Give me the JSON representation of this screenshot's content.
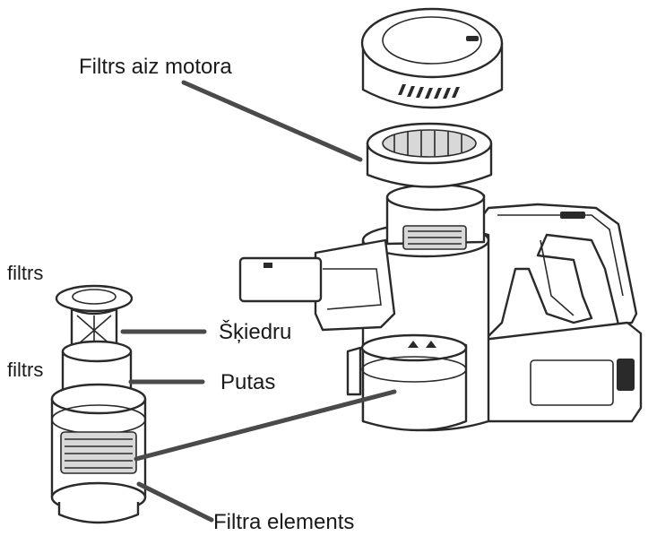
{
  "labels": {
    "post_motor_filter": "Filtrs aiz motora",
    "fiber_filter_prefix": "filtrs",
    "fiber": "Šķiedru",
    "foam_filter_prefix": "filtrs",
    "foam": "Putas",
    "filter_element": "Filtra elements"
  },
  "colors": {
    "line": "#4a4a4a",
    "outline": "#2a2a2a",
    "background": "#ffffff"
  }
}
